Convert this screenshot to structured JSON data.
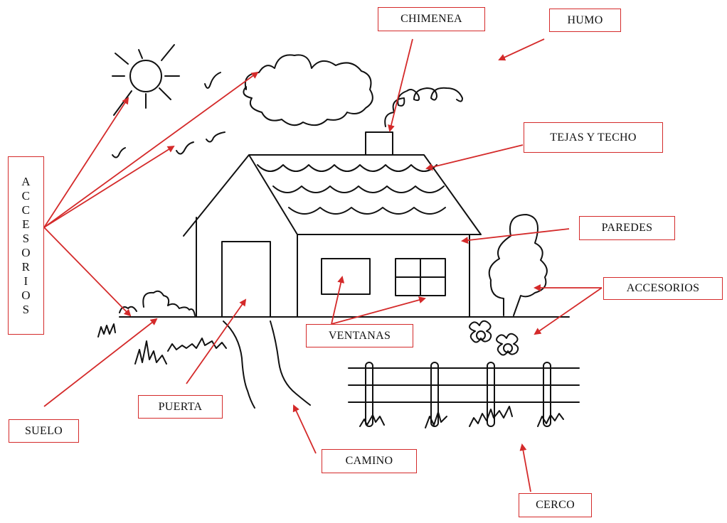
{
  "labels": {
    "chimenea": "CHIMENEA",
    "humo": "HUMO",
    "tejas_techo": "TEJAS Y TECHO",
    "paredes": "PAREDES",
    "accesorios_right": "ACCESORIOS",
    "accesorios_left": "ACCESORIOS",
    "ventanas": "VENTANAS",
    "puerta": "PUERTA",
    "suelo": "SUELO",
    "camino": "CAMINO",
    "cerco": "CERCO"
  },
  "colors": {
    "arrow": "#d42a2a",
    "drawing": "#111111",
    "label_border": "#d42a2a"
  }
}
